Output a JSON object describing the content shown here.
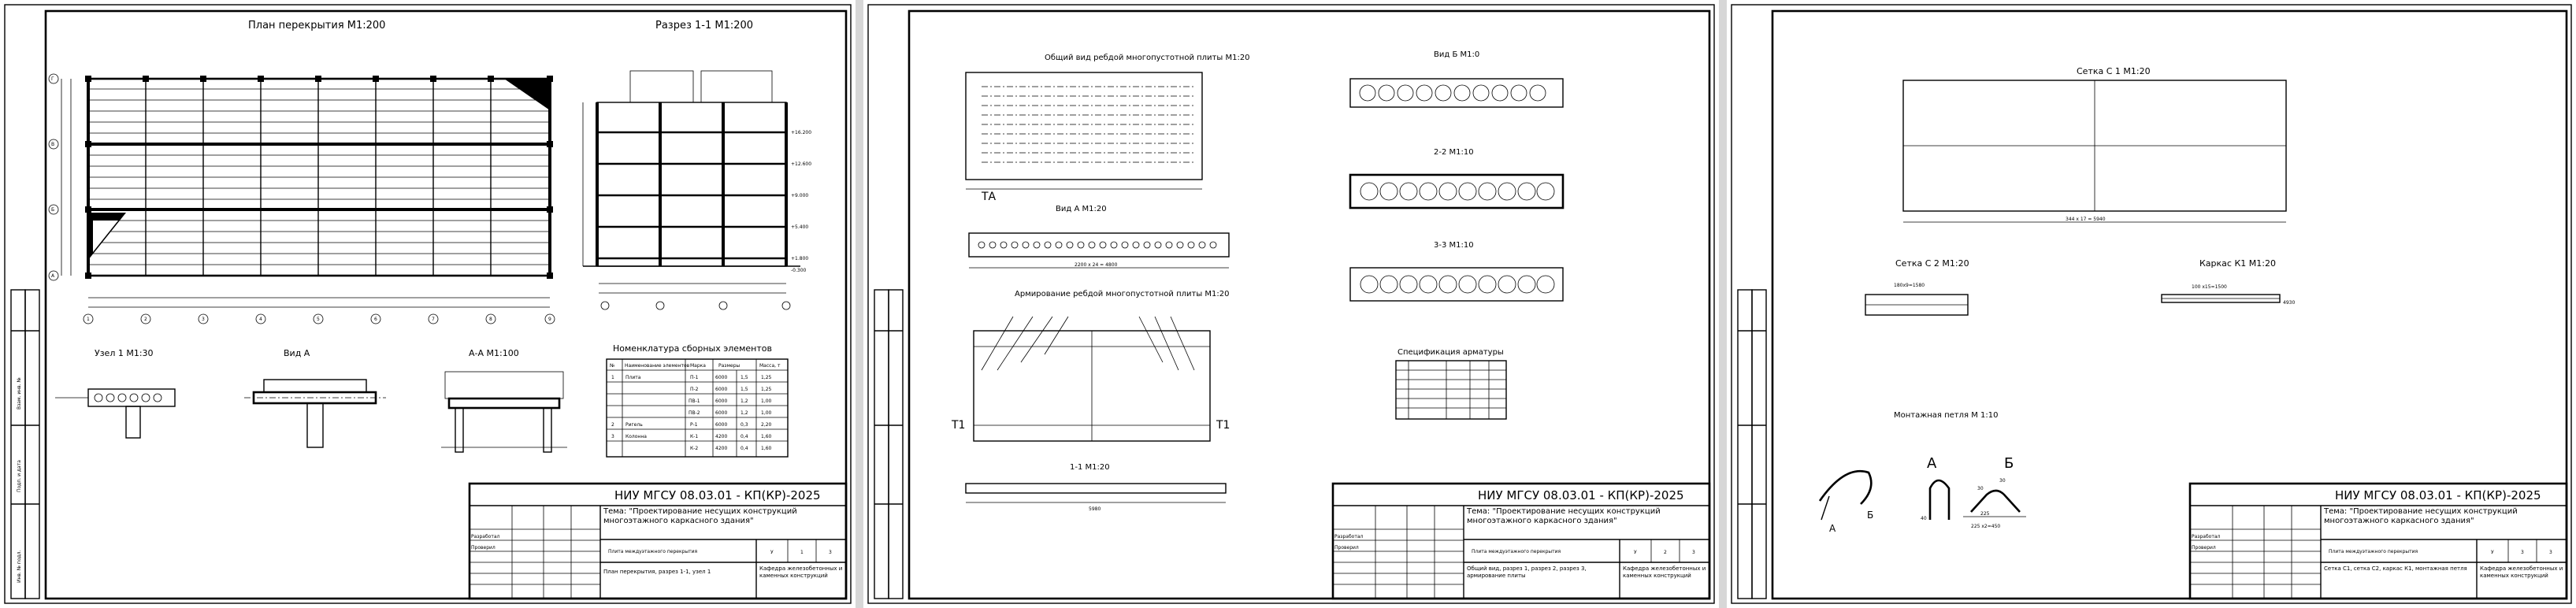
{
  "sheets": [
    {
      "views": {
        "plan_title": "План перекрытия М1:200",
        "section_title": "Разрез 1-1 М1:200",
        "node_title": "Узел 1 М1:30",
        "view_a_title": "Вид А",
        "aa_title": "А-А М1:100",
        "nomenclature_title": "Номенклатура сборных элементов"
      },
      "stamp": {
        "code": "НИУ МГСУ 08.03.01 - КП(КР)-2025",
        "theme": "Тема: \"Проектирование несущих конструкций многоэтажного каркасного здания\"",
        "subject": "Плита междуэтажного перекрытия",
        "sheet_title": "План перекрытия, разрез 1-1, узел 1",
        "org": "Кафедра железобетонных и каменных конструкций",
        "stage": "У",
        "sheet": "1",
        "sheets_total": "3",
        "role1": "Разработал",
        "role2": "Проверил"
      },
      "nomenclature": {
        "headers": [
          "№",
          "Наименование элементов",
          "Марка",
          "Размеры",
          "Масса, т"
        ],
        "rows": [
          [
            "1",
            "Плита",
            "П-1",
            "6000",
            "1,5",
            "1,25"
          ],
          [
            "",
            "",
            "П-2",
            "6000",
            "1,5",
            "1,25"
          ],
          [
            "",
            "",
            "ПВ-1",
            "6000",
            "1,2",
            "1,00"
          ],
          [
            "",
            "",
            "ПВ-2",
            "6000",
            "1,2",
            "1,00"
          ],
          [
            "2",
            "Ригель",
            "Р-1",
            "6000",
            "0,3",
            "2,20"
          ],
          [
            "3",
            "Колонна",
            "К-1",
            "4200",
            "0,4",
            "1,60"
          ],
          [
            "",
            "",
            "К-2",
            "4200",
            "0,4",
            "1,60"
          ]
        ]
      },
      "grid_letters": [
        "Г",
        "В",
        "Б",
        "А"
      ],
      "grid_numbers": [
        "1",
        "2",
        "3",
        "4",
        "5",
        "6",
        "7",
        "8",
        "9"
      ],
      "side_labels": [
        "Инв. № подл.",
        "Подп. и дата",
        "Взам. инв. №"
      ],
      "elev_labels": [
        "+16.200",
        "+12.600",
        "+9.000",
        "+5.400",
        "+1.800",
        "-0.300"
      ]
    },
    {
      "views": {
        "general_title": "Общий вид ребдой многопустотной плиты М1:20",
        "view_b_title": "Вид Б М1:0",
        "s22_title": "2-2 М1:10",
        "s33_title": "3-3 М1:10",
        "view_a_title": "Вид А М1:20",
        "reinf_title": "Армирование ребдой многопустотной плиты М1:20",
        "s11_title": "1-1 М1:20",
        "spec_title": "Спецификация арматуры"
      },
      "stamp": {
        "code": "НИУ МГСУ 08.03.01 - КП(КР)-2025",
        "theme": "Тема: \"Проектирование несущих конструкций многоэтажного каркасного здания\"",
        "subject": "Плита междуэтажного перекрытия",
        "sheet_title": "Общий вид, разрез 1, разрез 2, разрез 3, армирование плиты",
        "org": "Кафедра железобетонных и каменных конструкций",
        "stage": "У",
        "sheet": "2",
        "sheets_total": "3",
        "role1": "Разработал",
        "role2": "Проверил"
      },
      "dims": {
        "length": "5980",
        "span": "2200 x 24 = 4800"
      },
      "marks": {
        "t_left": "Т1",
        "t_right": "Т1",
        "ta": "ТА"
      }
    },
    {
      "views": {
        "c1_title": "Сетка С 1 М1:20",
        "c2_title": "Сетка С 2 М1:20",
        "k1_title": "Каркас К1 М1:20",
        "loop_title": "Монтажная петля М 1:10"
      },
      "stamp": {
        "code": "НИУ МГСУ 08.03.01 - КП(КР)-2025",
        "theme": "Тема: \"Проектирование несущих конструкций многоэтажного каркасного здания\"",
        "subject": "Плита междуэтажного перекрытия",
        "sheet_title": "Сетка С1, сетка С2, каркас К1, монтажная петля",
        "org": "Кафедра железобетонных и каменных конструкций",
        "stage": "У",
        "sheet": "3",
        "sheets_total": "3",
        "role1": "Разработал",
        "role2": "Проверил"
      },
      "loop": {
        "a": "А",
        "b": "Б",
        "a2": "А",
        "b2": "Б",
        "d1": "30",
        "d2": "30",
        "d3": "225",
        "d4": "225 x2=450",
        "d5": "40"
      },
      "dims": {
        "c1_len": "344 x 17 = 5940",
        "c2_len": "180x9=1580",
        "k1_len": "100 x15=1500",
        "mark": "4930"
      }
    }
  ],
  "colors": {
    "line": "#000000",
    "sheet_bg": "#ffffff",
    "separator": "#d7d7d7"
  }
}
